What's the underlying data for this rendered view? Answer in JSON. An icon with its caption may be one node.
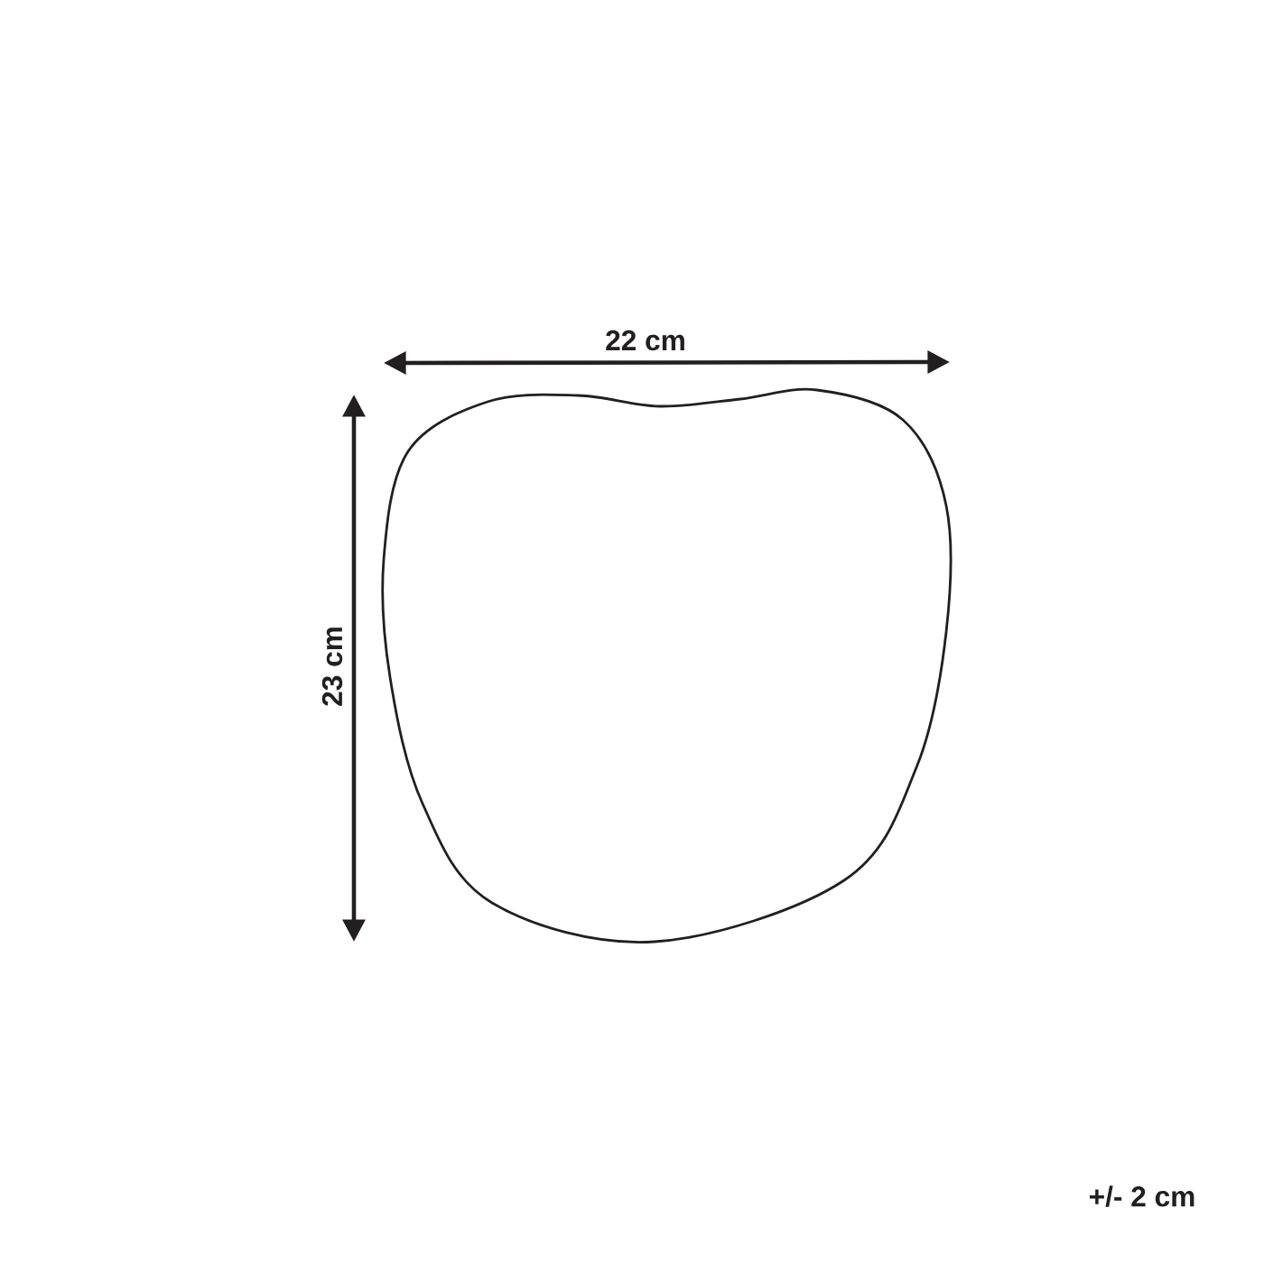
{
  "diagram": {
    "labels": [
      "22 cm",
      "23 cm",
      "+/- 2 cm"
    ]
  }
}
